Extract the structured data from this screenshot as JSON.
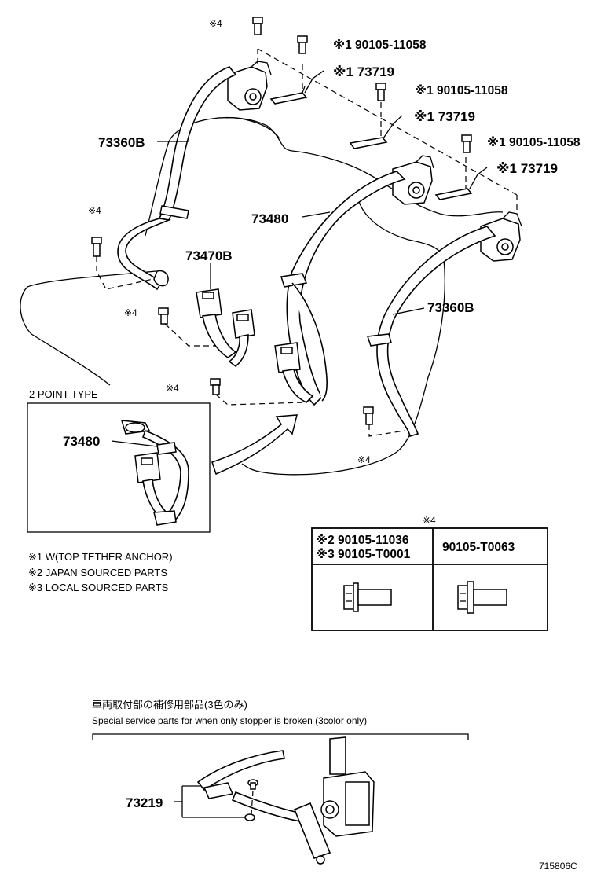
{
  "callouts": {
    "mark4_top": "※4",
    "bolt1": "※1 90105-11058",
    "anchor1": "※1 73719",
    "bolt2": "※1 90105-11058",
    "anchor2": "※1 73719",
    "bolt3": "※1 90105-11058",
    "anchor3": "※1 73719",
    "belt_left": "73360B",
    "belt_center": "73480",
    "buckle_left": "73470B",
    "belt_right": "73360B",
    "mark4_left_upper": "※4",
    "mark4_left_mid": "※4",
    "mark4_center": "※4",
    "mark4_right": "※4"
  },
  "inset": {
    "title": "2 POINT  TYPE",
    "part": "73480"
  },
  "legend": [
    "※1  W(TOP TETHER ANCHOR)",
    "※2  JAPAN SOURCED PARTS",
    "※3  LOCAL SOURCED PARTS"
  ],
  "bolt_table": {
    "mark": "※4",
    "left_line1": "※2 90105-11036",
    "left_line2": "※3 90105-T0001",
    "right": "90105-T0063"
  },
  "service": {
    "title_jp": "車両取付部の補修用部品(3色のみ)",
    "title_en": "Special  service  parts  for  when  only  stopper  is  broken  (3color only)",
    "part": "73219"
  },
  "figure_id": "715806C"
}
